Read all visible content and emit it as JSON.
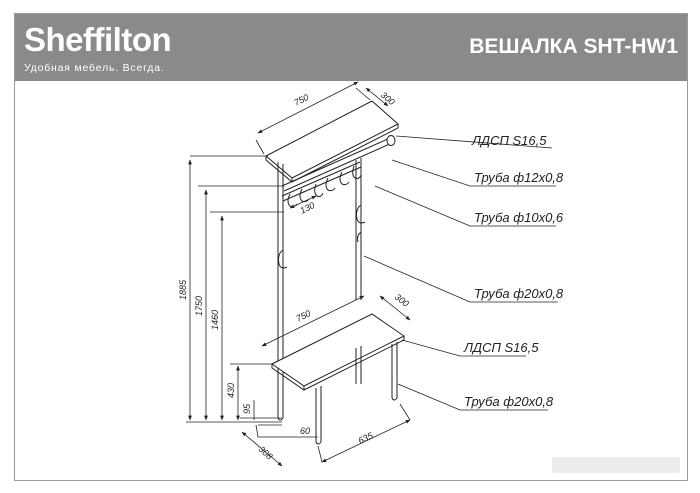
{
  "header": {
    "brand": "Sheffilton",
    "tagline": "Удобная мебель. Всегда.",
    "model_title": "ВЕШАЛКА SHT-HW1"
  },
  "callouts": {
    "top_shelf": "ЛДСП S16,5",
    "hook_pipe": "Труба ф12х0,8",
    "rail_pipe": "Труба ф10х0,6",
    "frame_pipe": "Труба ф20х0,8",
    "seat": "ЛДСП S16,5",
    "leg_pipe": "Труба ф20х0,8"
  },
  "dimensions": {
    "top_width": "750",
    "top_depth": "300",
    "hook_spacing": "130",
    "total_height": "1885",
    "height_1750": "1750",
    "height_1460": "1460",
    "seat_height": "430",
    "foot_height": "95",
    "seat_width": "750",
    "seat_depth": "300",
    "foot_offset": "60",
    "leg_spacing": "635",
    "base_depth": "308"
  },
  "colors": {
    "header_bg": "#8a8a8a",
    "line": "#222222"
  }
}
